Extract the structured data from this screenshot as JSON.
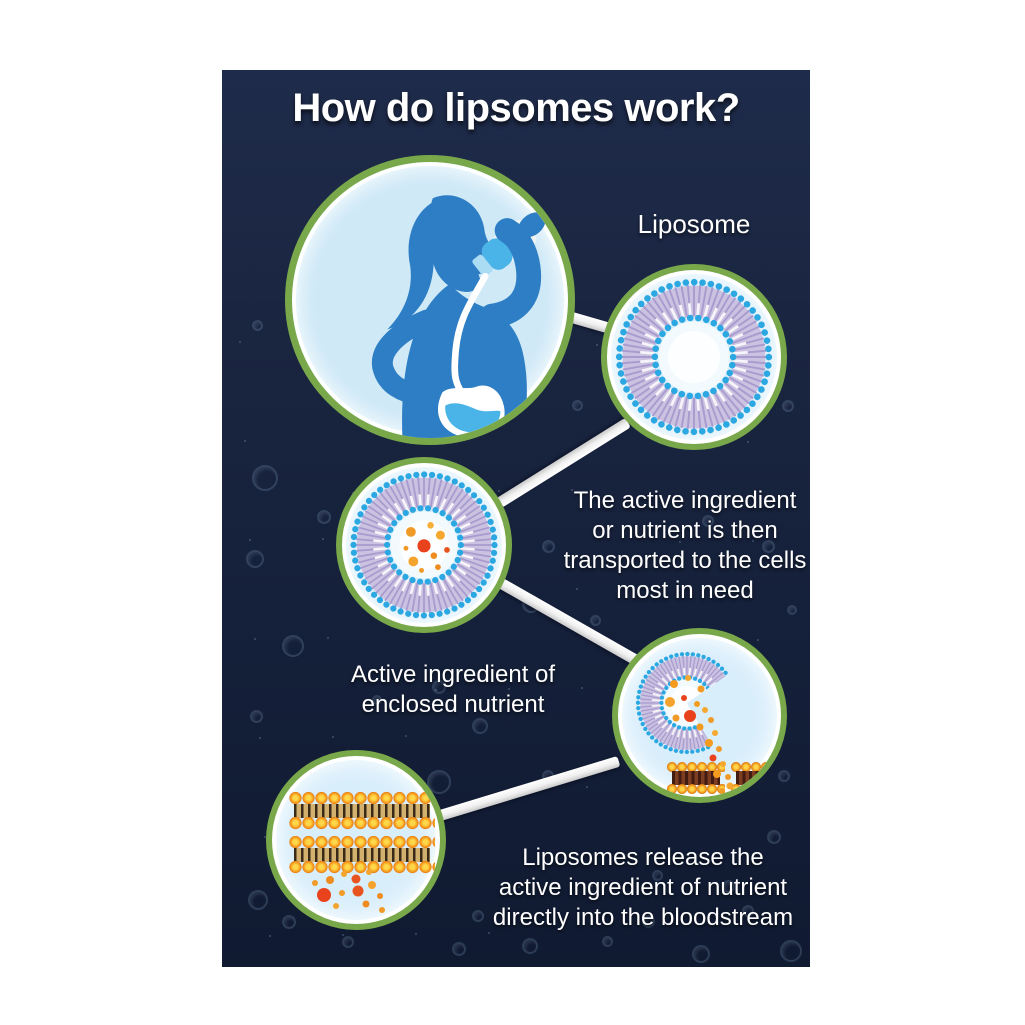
{
  "infographic": {
    "title": "How do lipsomes work?",
    "labels": {
      "liposome": "Liposome",
      "transport": "The active ingredient\nor nutrient is then\ntransported to the cells\nmost in need",
      "active_ingredient": "Active ingredient of\nenclosed nutrient",
      "release": "Liposomes release the\nactive ingredient of nutrient\ndirectly into the bloodstream"
    },
    "illustrations": [
      {
        "name": "person-drinking-supplement"
      },
      {
        "name": "liposome-cross-section"
      },
      {
        "name": "liposome-with-active-ingredient"
      },
      {
        "name": "liposome-releasing-at-cell-membrane"
      },
      {
        "name": "cell-membrane-bilayer-with-nutrients"
      }
    ],
    "colors": {
      "background_navy": "#18233c",
      "circle_border_green": "#79a84b",
      "circle_fill": "#d9eefb",
      "silhouette_blue": "#2d7ec4",
      "lipid_head_blue": "#2ba7e2",
      "lipid_tail_lavender": "#b3a7d4",
      "nutrient_orange": "#f59b1e",
      "nutrient_red": "#e8431c",
      "membrane_head_orange": "#f9a824",
      "text_white": "#ffffff"
    }
  }
}
